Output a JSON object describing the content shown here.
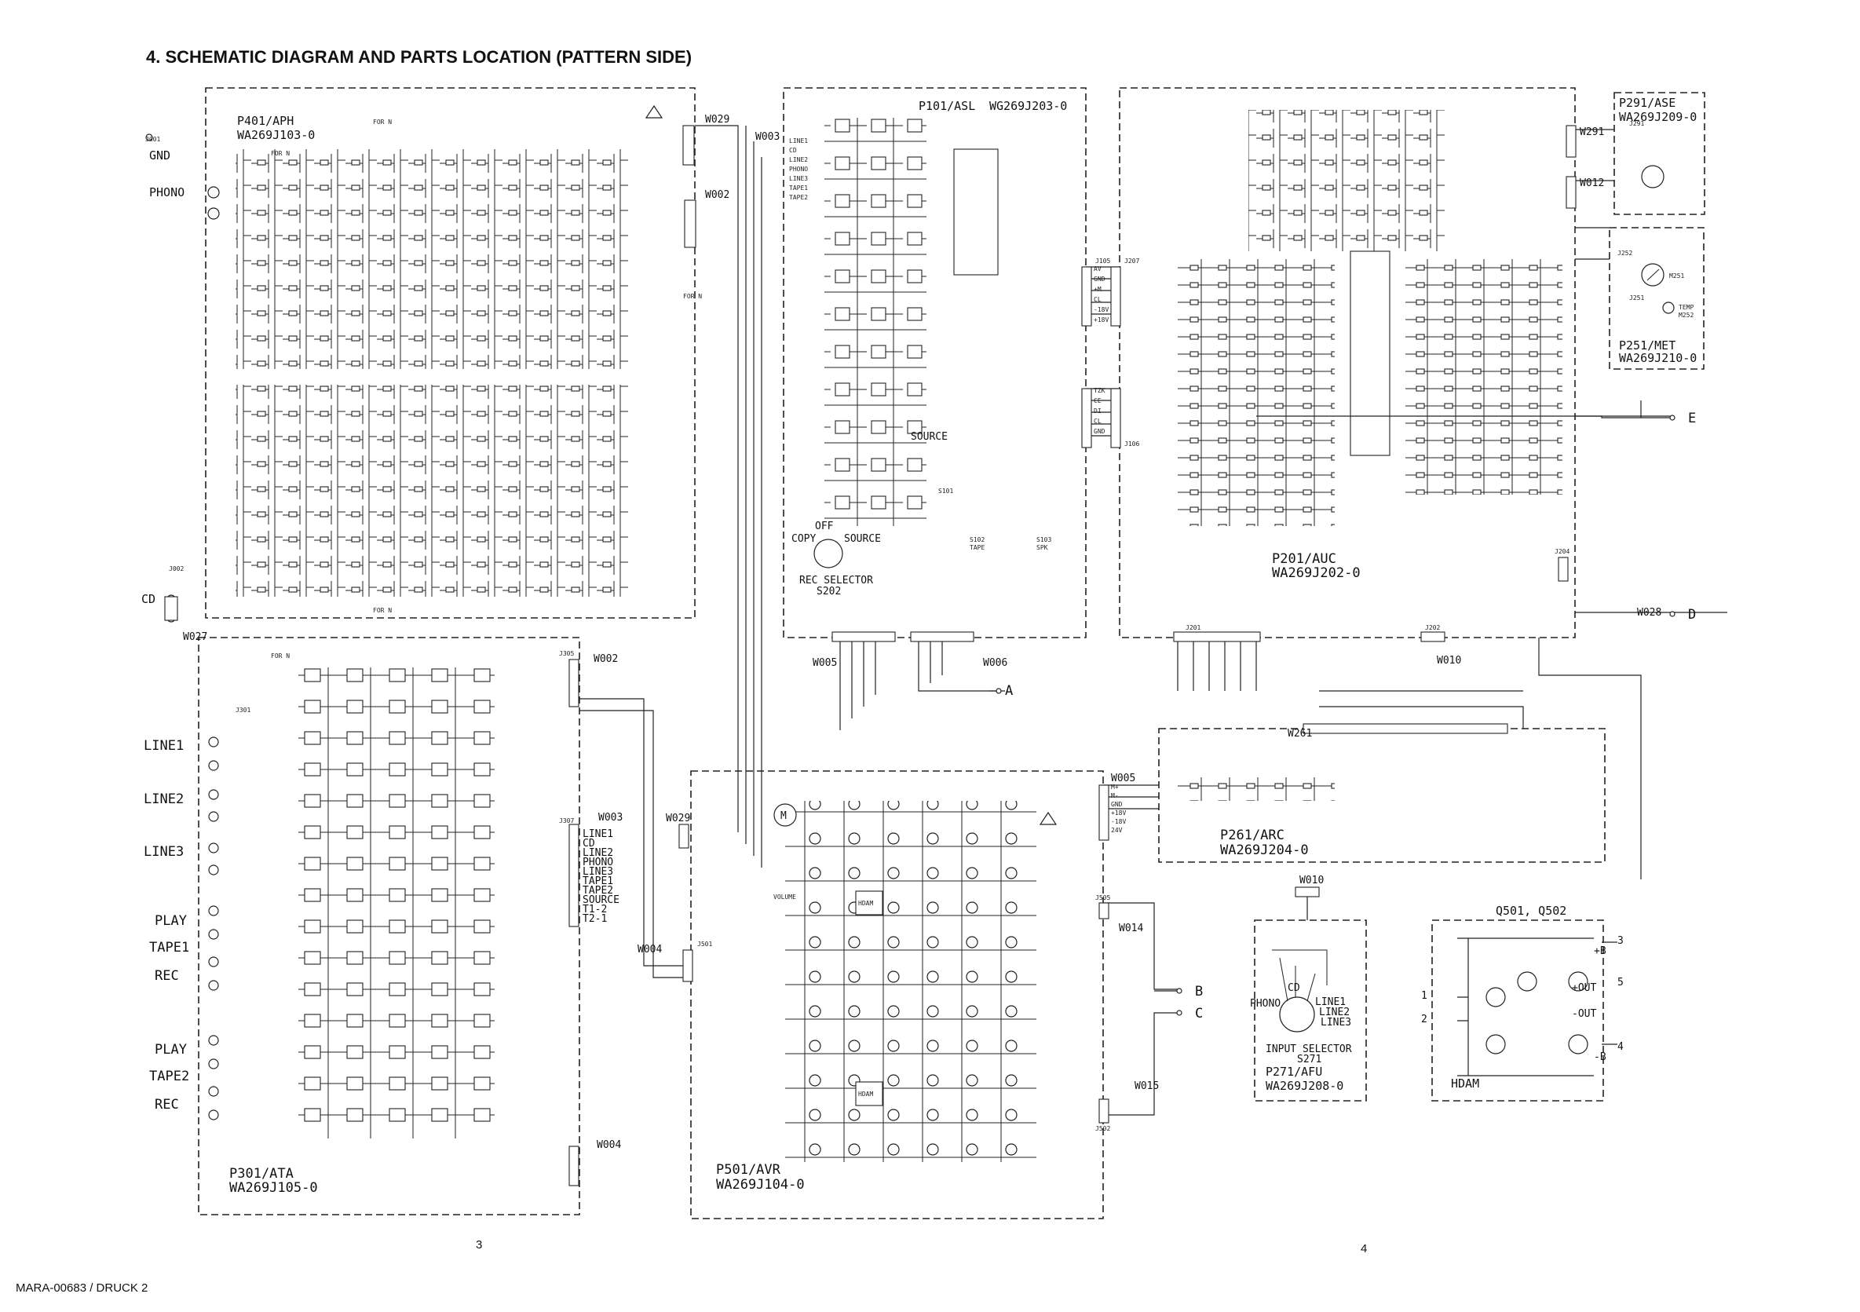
{
  "title": "4. SCHEMATIC DIAGRAM AND PARTS LOCATION (PATTERN SIDE)",
  "footer": {
    "doc_ref": "MARA-00683 / DRUCK 2",
    "page_left": "3",
    "page_right": "4"
  },
  "inputs": {
    "gnd": "GND",
    "phono": "PHONO",
    "cd": "CD",
    "line1": "LINE1",
    "line2": "LINE2",
    "line3": "LINE3",
    "play1": "PLAY",
    "tape1": "TAPE1",
    "rec1": "REC",
    "play2": "PLAY",
    "tape2": "TAPE2",
    "rec2": "REC"
  },
  "boards": {
    "p401": {
      "name": "P401/APH",
      "part": "WA269J103-0"
    },
    "p101": {
      "name": "P101/ASL",
      "part": "WG269J203-0"
    },
    "p291": {
      "name": "P291/ASE",
      "part": "WA269J209-0"
    },
    "p251": {
      "name": "P251/MET",
      "part": "WA269J210-0"
    },
    "p201": {
      "name": "P201/AUC",
      "part": "WA269J202-0"
    },
    "p301": {
      "name": "P301/ATA",
      "part": "WA269J105-0"
    },
    "p501": {
      "name": "P501/AVR",
      "part": "WA269J104-0"
    },
    "p261": {
      "name": "P261/ARC",
      "part": "WA269J204-0"
    },
    "p271": {
      "name": "P271/AFU",
      "part": "WA269J208-0"
    },
    "hdam": {
      "title": "Q501, Q502",
      "name": "HDAM"
    }
  },
  "selectors": {
    "rec_selector": "REC SELECTOR",
    "rec_selector_part": "S202",
    "input_selector": "INPUT SELECTOR",
    "input_selector_part": "S271",
    "copy": "COPY",
    "off": "OFF",
    "source": "SOURCE",
    "source_sw": "SOURCE",
    "phono_pos": "PHONO",
    "cd_pos": "CD",
    "line1_pos": "LINE1",
    "line2_pos": "LINE2",
    "line3_pos": "LINE3"
  },
  "bus_labels": [
    "LINE1",
    "CD",
    "LINE2",
    "PHONO",
    "LINE3",
    "TAPE1",
    "TAPE2",
    "SOURCE",
    "T1-2",
    "T2-1"
  ],
  "power_labels": [
    "AV",
    "GND",
    "+M",
    "CL",
    "-18V",
    "+18V"
  ],
  "ctrl_labels": [
    "TZK",
    "CE",
    "DI",
    "CL",
    "GND"
  ],
  "p501_labels": [
    "M+",
    "M-",
    "GND",
    "+18V",
    "-18V",
    "24V"
  ],
  "wires": {
    "w029a": "W029",
    "w002a": "W002",
    "w003a": "W003",
    "w291": "W291",
    "w012": "W012",
    "w027": "W027",
    "w002b": "W002",
    "w003b": "W003",
    "w005": "W005",
    "w006": "W006",
    "w004a": "W004",
    "w029b": "W029",
    "w005b": "W005",
    "w014": "W014",
    "w015": "W015",
    "w004b": "W004",
    "w028": "W028",
    "w010a": "W010",
    "w010b": "W010",
    "w261": "W261"
  },
  "terminals": {
    "a": "A",
    "b": "B",
    "c": "C",
    "d": "D",
    "e": "E"
  },
  "misc": {
    "for_n": "FOR N",
    "temp": "TEMP",
    "m252": "M252",
    "m251": "M251",
    "m501": "M",
    "hdam_label": "HDAM",
    "volume": "VOLUME",
    "tape": "TAPE",
    "spk": "SPK",
    "s101": "S101",
    "s102": "S102",
    "s103": "S103",
    "j001": "J001",
    "j002": "J002",
    "j105": "J105",
    "j106": "J106",
    "j201": "J201",
    "j202": "J202",
    "j204": "J204",
    "j207": "J207",
    "j251": "J251",
    "j252": "J252",
    "j291": "J291",
    "j301": "J301",
    "j305": "J305",
    "j307": "J307",
    "j501": "J501",
    "j502": "J502",
    "j505": "J505"
  },
  "hdam_pins": {
    "p1": "1",
    "p2": "2",
    "p3": "3",
    "p4": "4",
    "p5": "5",
    "plus_b": "+B",
    "minus_b": "-B",
    "plus_out": "+OUT",
    "minus_out": "-OUT"
  }
}
